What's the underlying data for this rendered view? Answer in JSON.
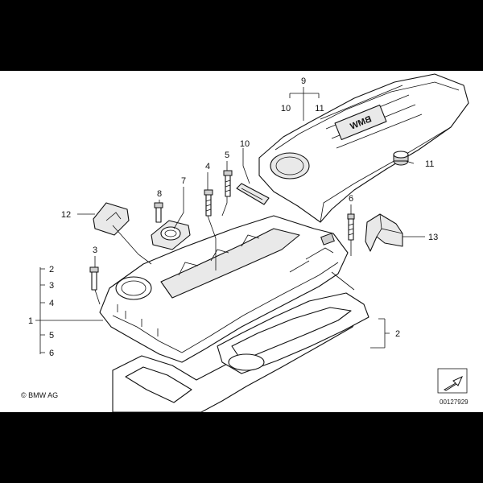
{
  "diagram": {
    "callouts": [
      {
        "id": "c9",
        "text": "9"
      },
      {
        "id": "c10a",
        "text": "10"
      },
      {
        "id": "c11a",
        "text": "11"
      },
      {
        "id": "c10b",
        "text": "10"
      },
      {
        "id": "c11b",
        "text": "11"
      },
      {
        "id": "c5a",
        "text": "5"
      },
      {
        "id": "c4a",
        "text": "4"
      },
      {
        "id": "c7",
        "text": "7"
      },
      {
        "id": "c8",
        "text": "8"
      },
      {
        "id": "c12",
        "text": "12"
      },
      {
        "id": "c6a",
        "text": "6"
      },
      {
        "id": "c13",
        "text": "13"
      },
      {
        "id": "c3a",
        "text": "3"
      },
      {
        "id": "c2a",
        "text": "2"
      },
      {
        "id": "c3b",
        "text": "3"
      },
      {
        "id": "c4b",
        "text": "4"
      },
      {
        "id": "c1",
        "text": "1"
      },
      {
        "id": "c5b",
        "text": "5"
      },
      {
        "id": "c6b",
        "text": "6"
      },
      {
        "id": "c2b",
        "text": "2"
      }
    ],
    "cover_logo": "BMW",
    "copyright": "© BMW AG",
    "reference_number": "00127929"
  }
}
